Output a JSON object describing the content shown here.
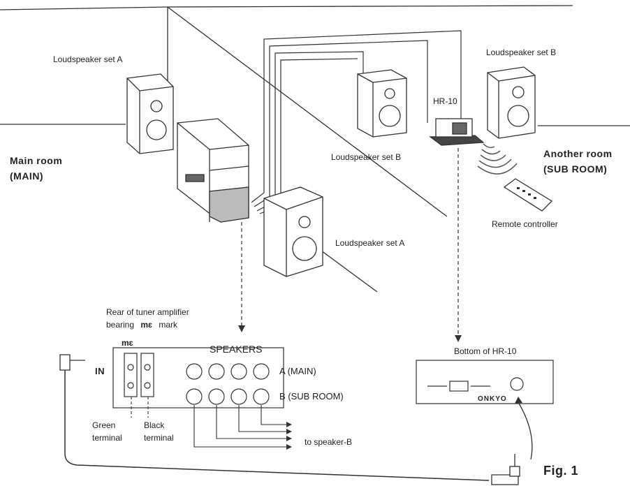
{
  "labels": {
    "loudspeaker_a_top": "Loudspeaker set A",
    "loudspeaker_b_top": "Loudspeaker set B",
    "loudspeaker_b_mid": "Loudspeaker set B",
    "loudspeaker_a_low": "Loudspeaker set A",
    "hr10": "HR-10",
    "main_room_line1": "Main room",
    "main_room_line2": "(MAIN)",
    "another_room_line1": "Another room",
    "another_room_line2": "(SUB ROOM)",
    "remote_controller": "Remote controller",
    "rear_line1": "Rear of tuner amplifier",
    "rear_line2_a": "bearing",
    "rear_mark": "mɛ",
    "rear_line2_b": "mark",
    "panel_mark": "mɛ",
    "in_label": "IN",
    "speakers_label": "SPEAKERS",
    "a_main": "A (MAIN)",
    "b_sub": "B (SUB ROOM)",
    "green_terminal_1": "Green",
    "green_terminal_2": "terminal",
    "black_terminal_1": "Black",
    "black_terminal_2": "terminal",
    "to_speaker_b": "to speaker-B",
    "bottom_hr10": "Bottom of HR-10",
    "onkyo": "ONKYO",
    "fig": "Fig. 1"
  }
}
